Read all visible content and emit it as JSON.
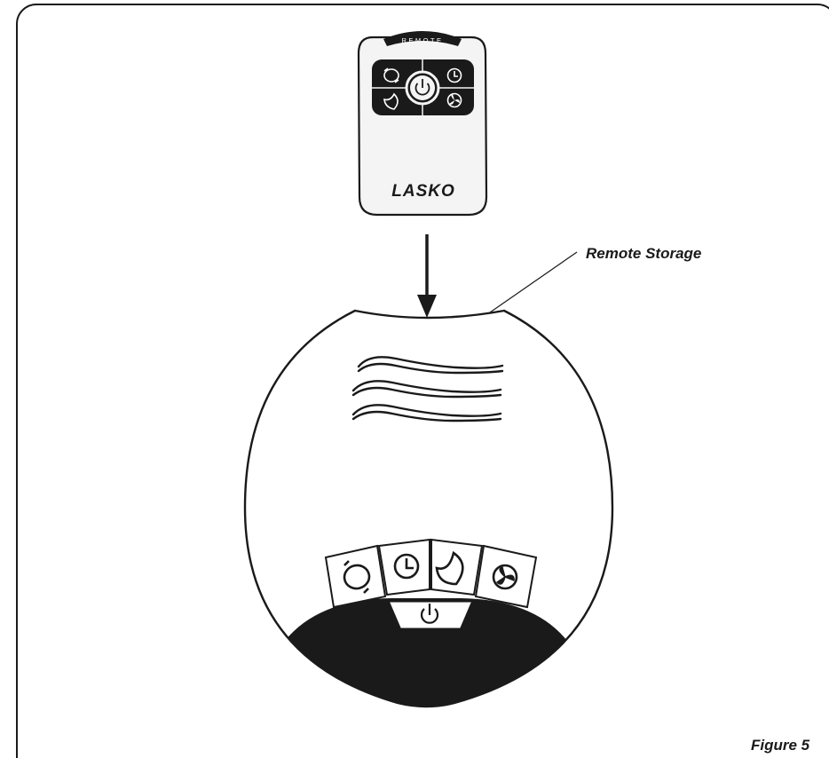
{
  "figure": {
    "caption": "Figure 5",
    "callout_label": "Remote Storage"
  },
  "remote": {
    "top_label": "REMOTE",
    "brand": "LASKO",
    "buttons": [
      "oscillation-icon",
      "timer-icon",
      "power-icon",
      "sleep-icon",
      "fan-speed-icon"
    ]
  },
  "heater_panel": {
    "buttons": [
      "oscillation-icon",
      "timer-icon",
      "sleep-icon",
      "fan-speed-icon",
      "power-icon"
    ]
  },
  "colors": {
    "ink": "#1a1a1a",
    "paper": "#ffffff",
    "remote_body": "#f4f4f4"
  }
}
